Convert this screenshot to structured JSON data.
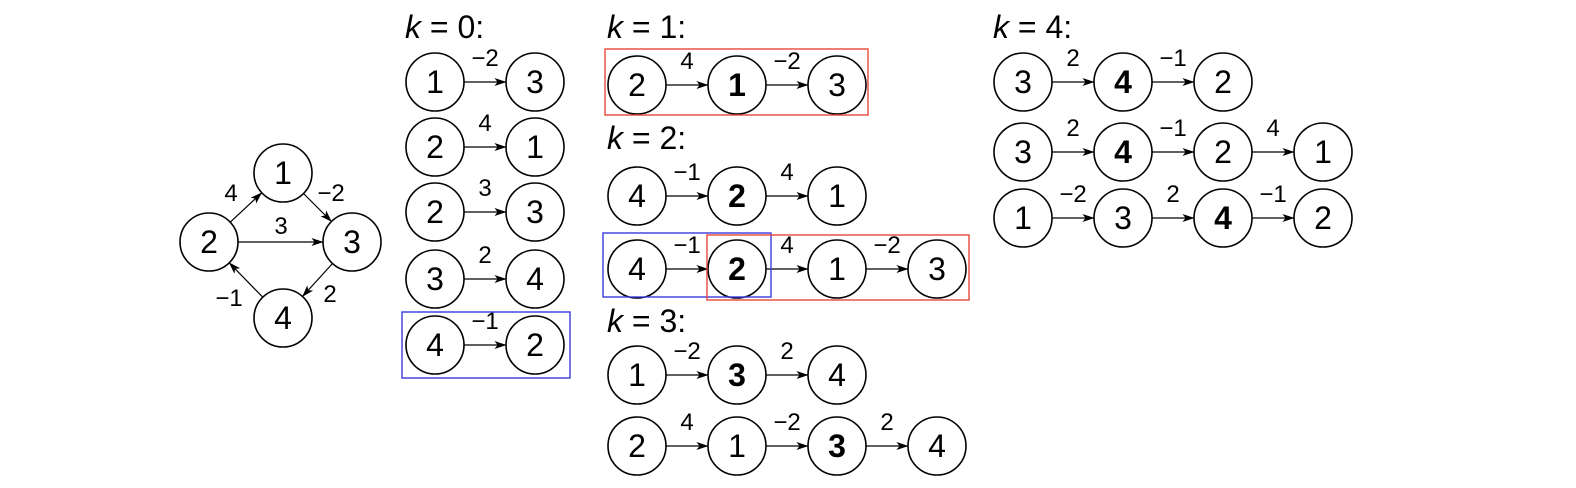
{
  "graph": {
    "nodes": [
      {
        "id": "n1",
        "label": "1"
      },
      {
        "id": "n2",
        "label": "2"
      },
      {
        "id": "n3",
        "label": "3"
      },
      {
        "id": "n4",
        "label": "4"
      }
    ],
    "edges": [
      {
        "from": "2",
        "to": "1",
        "weight": "4"
      },
      {
        "from": "1",
        "to": "3",
        "weight": "−2"
      },
      {
        "from": "2",
        "to": "3",
        "weight": "3"
      },
      {
        "from": "3",
        "to": "4",
        "weight": "2"
      },
      {
        "from": "4",
        "to": "2",
        "weight": "−1"
      }
    ]
  },
  "sections": {
    "k0": {
      "var": "k",
      "rest": " = 0:"
    },
    "k1": {
      "var": "k",
      "rest": " = 1:"
    },
    "k2": {
      "var": "k",
      "rest": " = 2:"
    },
    "k3": {
      "var": "k",
      "rest": " = 3:"
    },
    "k4": {
      "var": "k",
      "rest": " = 4:"
    }
  },
  "paths": {
    "k0": [
      {
        "nodes": [
          "1",
          "3"
        ],
        "weights": [
          "−2"
        ],
        "bold": null
      },
      {
        "nodes": [
          "2",
          "1"
        ],
        "weights": [
          "4"
        ],
        "bold": null
      },
      {
        "nodes": [
          "2",
          "3"
        ],
        "weights": [
          "3"
        ],
        "bold": null
      },
      {
        "nodes": [
          "3",
          "4"
        ],
        "weights": [
          "2"
        ],
        "bold": null
      },
      {
        "nodes": [
          "4",
          "2"
        ],
        "weights": [
          "−1"
        ],
        "bold": null,
        "highlight": "blue"
      }
    ],
    "k1": [
      {
        "nodes": [
          "2",
          "1",
          "3"
        ],
        "weights": [
          "4",
          "−2"
        ],
        "bold": 1,
        "highlight": "red"
      }
    ],
    "k2": [
      {
        "nodes": [
          "4",
          "2",
          "1"
        ],
        "weights": [
          "−1",
          "4"
        ],
        "bold": 1
      },
      {
        "nodes": [
          "4",
          "2",
          "1",
          "3"
        ],
        "weights": [
          "−1",
          "4",
          "−2"
        ],
        "bold": 1,
        "highlight": "blue+red"
      }
    ],
    "k3": [
      {
        "nodes": [
          "1",
          "3",
          "4"
        ],
        "weights": [
          "−2",
          "2"
        ],
        "bold": 1
      },
      {
        "nodes": [
          "2",
          "1",
          "3",
          "4"
        ],
        "weights": [
          "4",
          "−2",
          "2"
        ],
        "bold": 2
      }
    ],
    "k4": [
      {
        "nodes": [
          "3",
          "4",
          "2"
        ],
        "weights": [
          "2",
          "−1"
        ],
        "bold": 1
      },
      {
        "nodes": [
          "3",
          "4",
          "2",
          "1"
        ],
        "weights": [
          "2",
          "−1",
          "4"
        ],
        "bold": 1
      },
      {
        "nodes": [
          "1",
          "3",
          "4",
          "2"
        ],
        "weights": [
          "−2",
          "2",
          "−1"
        ],
        "bold": 2
      }
    ]
  },
  "colors": {
    "stroke": "#000000",
    "highlight_red": "#e8463a",
    "highlight_blue": "#3a3ae0"
  }
}
